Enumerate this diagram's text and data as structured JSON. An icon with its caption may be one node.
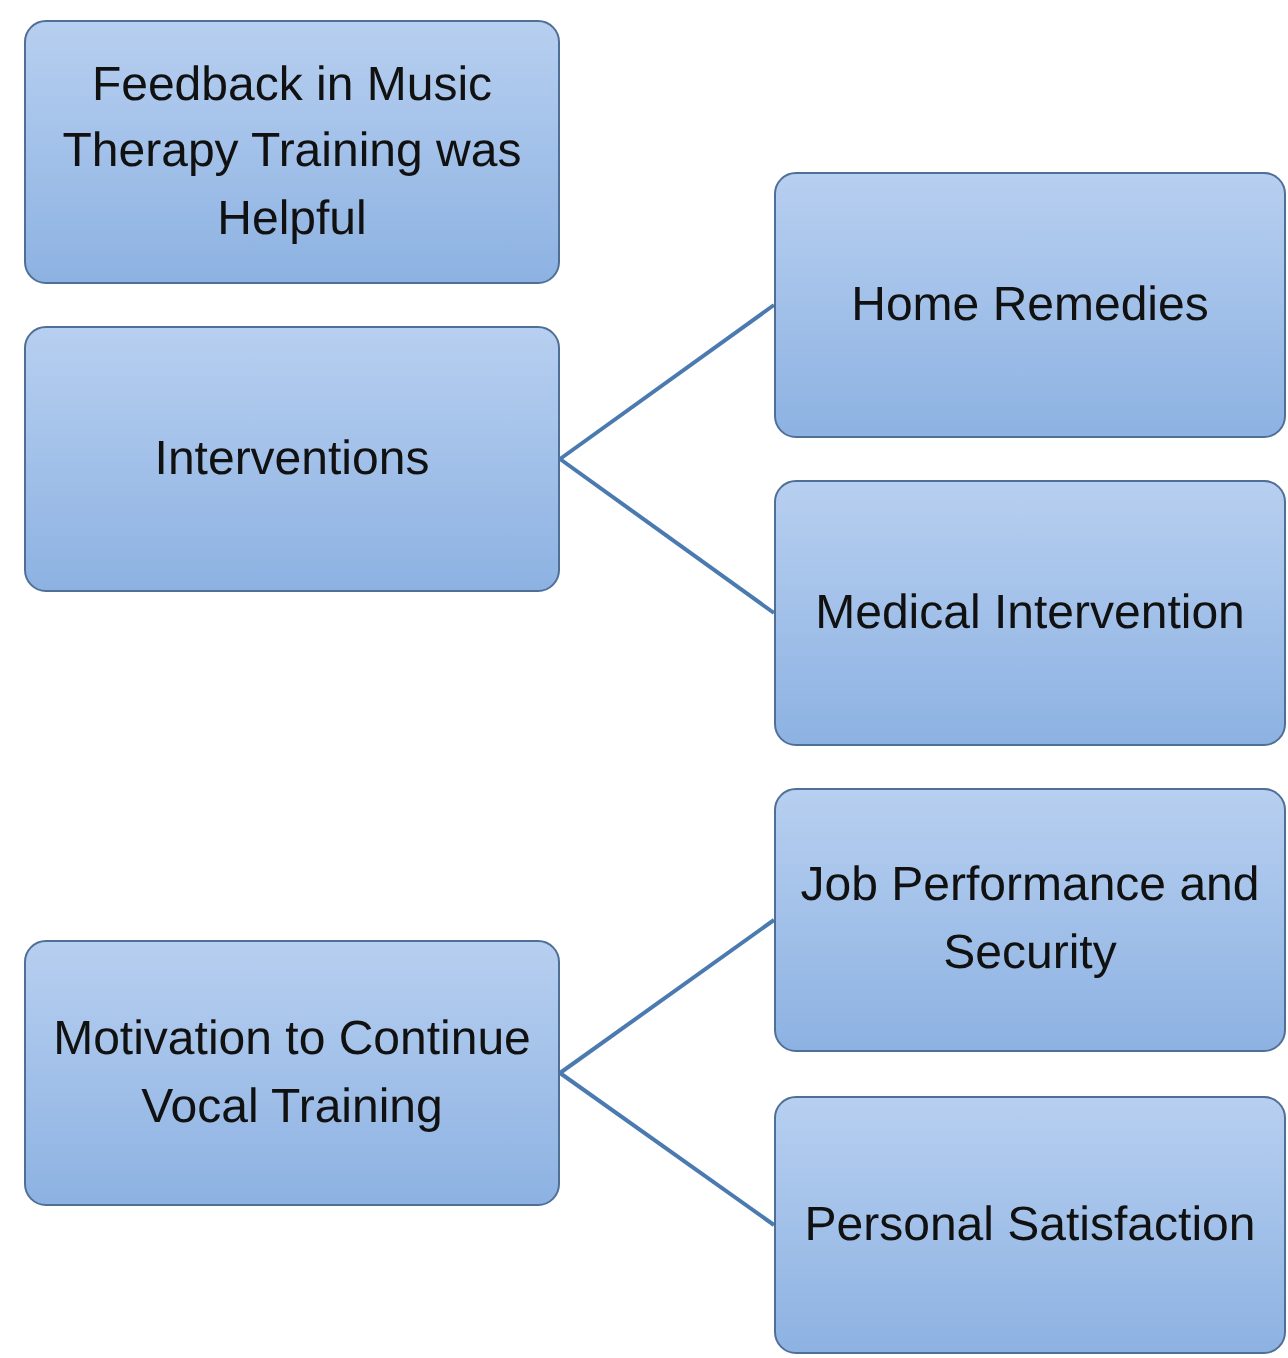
{
  "diagram": {
    "nodes": [
      {
        "text": [
          "Feedback in Music Therapy Training was Helpful"
        ]
      },
      {
        "text": [
          "Interventions"
        ]
      },
      {
        "text": [
          "Home Remedies"
        ]
      },
      {
        "text": [
          "Medical Intervention"
        ]
      },
      {
        "text": [
          "Motivation to Continue Vocal Training"
        ]
      },
      {
        "text": [
          "Job Performance and Security"
        ]
      },
      {
        "text": [
          "Personal Satisfaction"
        ]
      }
    ],
    "edges": [
      {
        "from": 1,
        "to": 2,
        "arrow": "none"
      },
      {
        "from": 1,
        "to": 3,
        "arrow": "none"
      },
      {
        "from": 4,
        "to": 5,
        "arrow": "none"
      },
      {
        "from": 4,
        "to": 6,
        "arrow": "none"
      }
    ]
  }
}
